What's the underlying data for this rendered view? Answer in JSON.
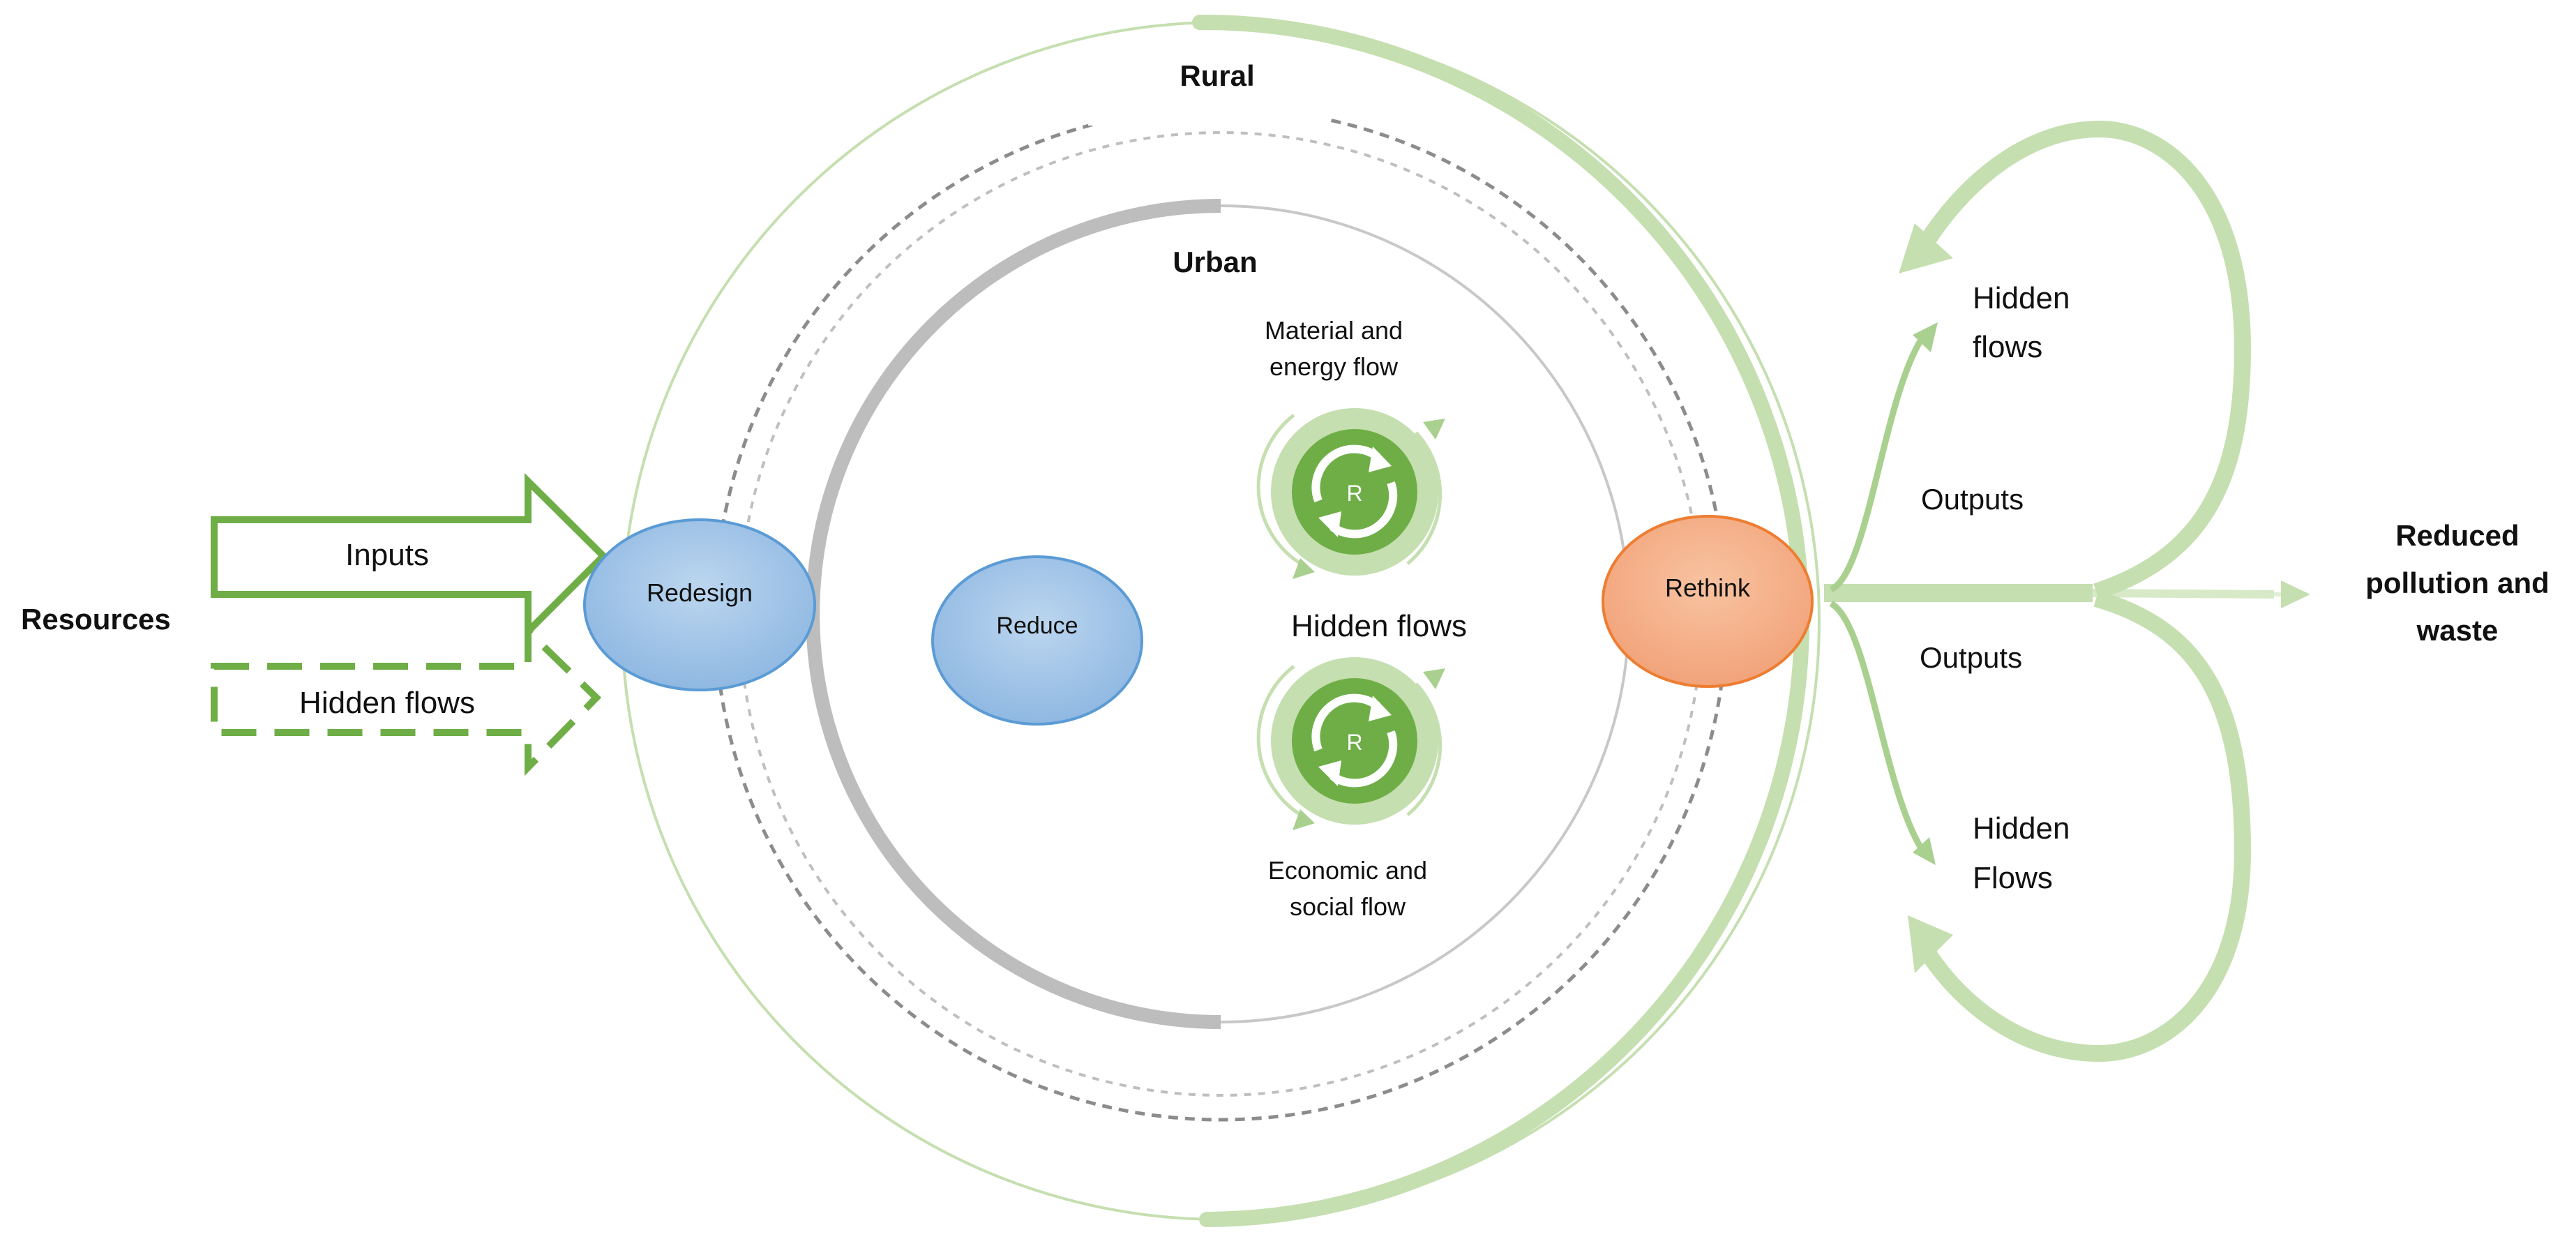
{
  "labels": {
    "resources": "Resources",
    "inputs": "Inputs",
    "hidden_flows_in": "Hidden flows",
    "rural": "Rural",
    "urban": "Urban",
    "material_energy_1": "Material and",
    "material_energy_2": "energy flow",
    "hidden_flows_center": "Hidden flows",
    "economic_social_1": "Economic and",
    "economic_social_2": "social flow",
    "outputs_top": "Outputs",
    "outputs_bottom": "Outputs",
    "hidden_flows_top_1": "Hidden",
    "hidden_flows_top_2": "flows",
    "hidden_flows_bottom_1": "Hidden",
    "hidden_flows_bottom_2": "Flows",
    "reduced_1": "Reduced",
    "reduced_2": "pollution and",
    "reduced_3": "waste"
  },
  "nodes": {
    "redesign": "Redesign",
    "reduce": "Reduce",
    "rethink": "Rethink",
    "recycle_top": "R",
    "recycle_bottom": "R"
  },
  "colors": {
    "green_dark": "#6fae47",
    "green_mid": "#a9d08e",
    "green_light": "#c5dfb0",
    "green_arrow": "#70ad47",
    "blue_fill": "#9dc3e6",
    "blue_stroke": "#5b9bd5",
    "orange_fill": "#f4b183",
    "orange_stroke": "#ed7d31",
    "grey_ring": "#bfbfbf",
    "grey_dash": "#8c8c8c"
  }
}
